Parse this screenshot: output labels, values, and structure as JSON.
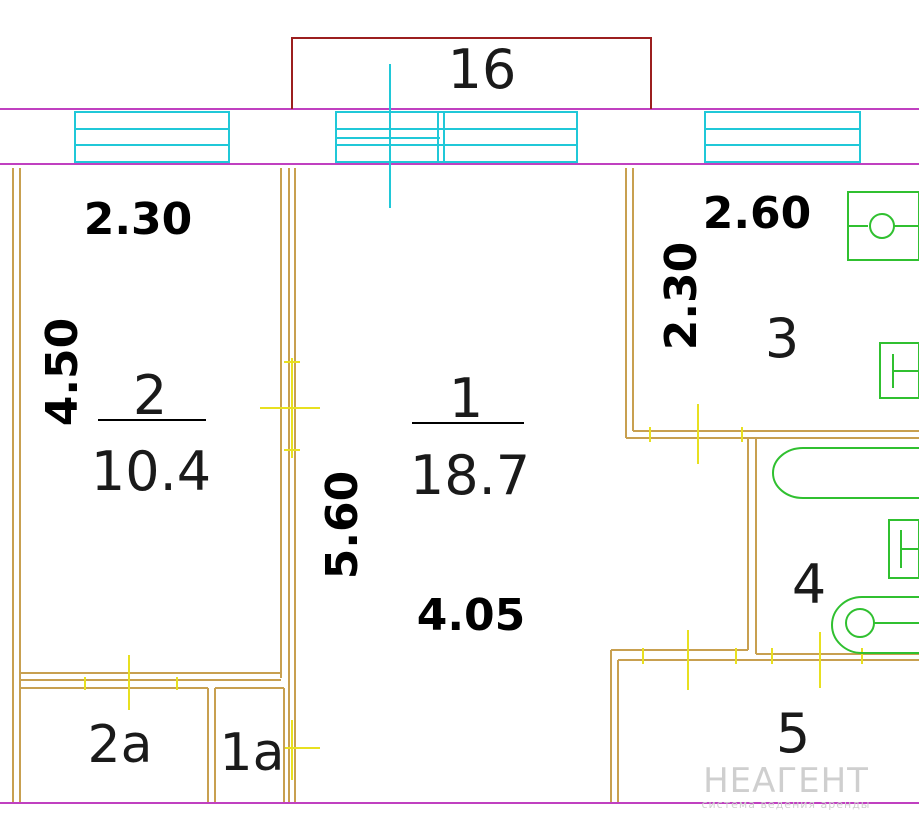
{
  "plan": {
    "balcony_label": "16",
    "rooms": [
      {
        "id": "1",
        "number": "1",
        "area": "18.7"
      },
      {
        "id": "2",
        "number": "2",
        "area": "10.4"
      },
      {
        "id": "2a",
        "number": "2a"
      },
      {
        "id": "1a",
        "number": "1a"
      },
      {
        "id": "3",
        "number": "3"
      },
      {
        "id": "4",
        "number": "4"
      },
      {
        "id": "5",
        "number": "5"
      }
    ],
    "dimensions": {
      "room2_width": "2.30",
      "room2_length": "4.50",
      "room1_length": "5.60",
      "room1_width": "4.05",
      "room3_width": "2.60",
      "room3_length": "2.30"
    },
    "colors": {
      "wall_outer": "#c040c0",
      "wall_inner": "#c8a050",
      "window": "#20c8d8",
      "door_mark": "#e8e020",
      "fixture": "#30c030"
    }
  },
  "watermark": {
    "title": "НЕАГЕНТ",
    "subtitle": "система ведения аренды"
  }
}
